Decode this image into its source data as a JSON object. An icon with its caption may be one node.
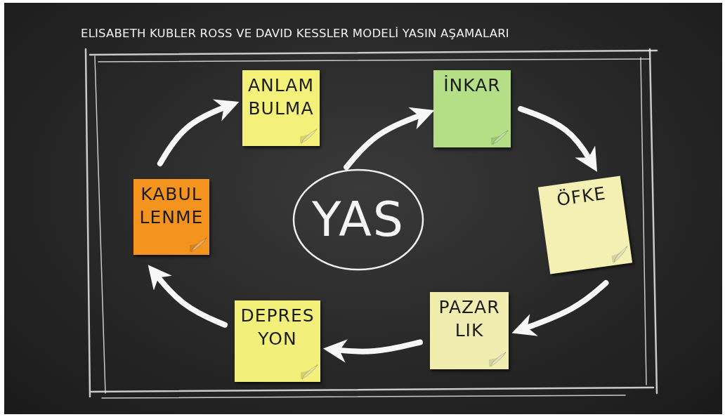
{
  "diagram": {
    "title": "ELISABETH KUBLER ROSS VE DAVID KESSLER MODELİ YASIN AŞAMALARI",
    "nodes": [
      {
        "text": [
          "YAS"
        ]
      },
      {
        "text": [
          "İNKAR"
        ]
      },
      {
        "text": [
          "ÖFKE"
        ]
      },
      {
        "text": [
          "PAZAR LIK"
        ]
      },
      {
        "text": [
          "DEPRES YON"
        ]
      },
      {
        "text": [
          "KABUL LENME"
        ]
      },
      {
        "text": [
          "ANLAM BULMA"
        ]
      }
    ],
    "edges": [
      {
        "from": 0,
        "to": 1,
        "arrow": "to"
      },
      {
        "from": 1,
        "to": 2,
        "arrow": "to"
      },
      {
        "from": 2,
        "to": 3,
        "arrow": "to"
      },
      {
        "from": 3,
        "to": 4,
        "arrow": "to"
      },
      {
        "from": 4,
        "to": 5,
        "arrow": "to"
      },
      {
        "from": 5,
        "to": 6,
        "arrow": "to"
      }
    ]
  }
}
